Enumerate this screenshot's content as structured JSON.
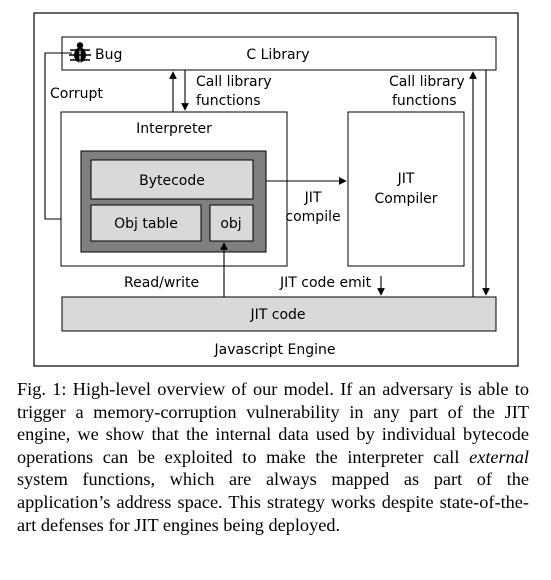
{
  "diagram": {
    "c_library": "C Library",
    "bug": "Bug",
    "corrupt": "Corrupt",
    "call_library_left": [
      "Call library",
      "functions"
    ],
    "call_library_right": [
      "Call library",
      "functions"
    ],
    "interpreter": "Interpreter",
    "bytecode": "Bytecode",
    "obj_table": "Obj table",
    "obj": "obj",
    "jit_compile": [
      "JIT",
      "compile"
    ],
    "jit_compiler": [
      "JIT",
      "Compiler"
    ],
    "read_write": "Read/write",
    "jit_code_emit": "JIT code emit",
    "jit_code": "JIT code",
    "javascript_engine": "Javascript Engine"
  },
  "caption": {
    "prefix": "Fig. 1: High-level overview of our model. If an adversary is able to trigger a memory-corruption vulnerability in any part of the JIT engine, we show that the internal data used by individual bytecode operations can be exploited to make the interpreter call ",
    "emphasis": "external",
    "suffix": " system functions, which are always mapped as part of the application’s address space. This strategy works despite state-of-the-art defenses for JIT engines being deployed."
  }
}
